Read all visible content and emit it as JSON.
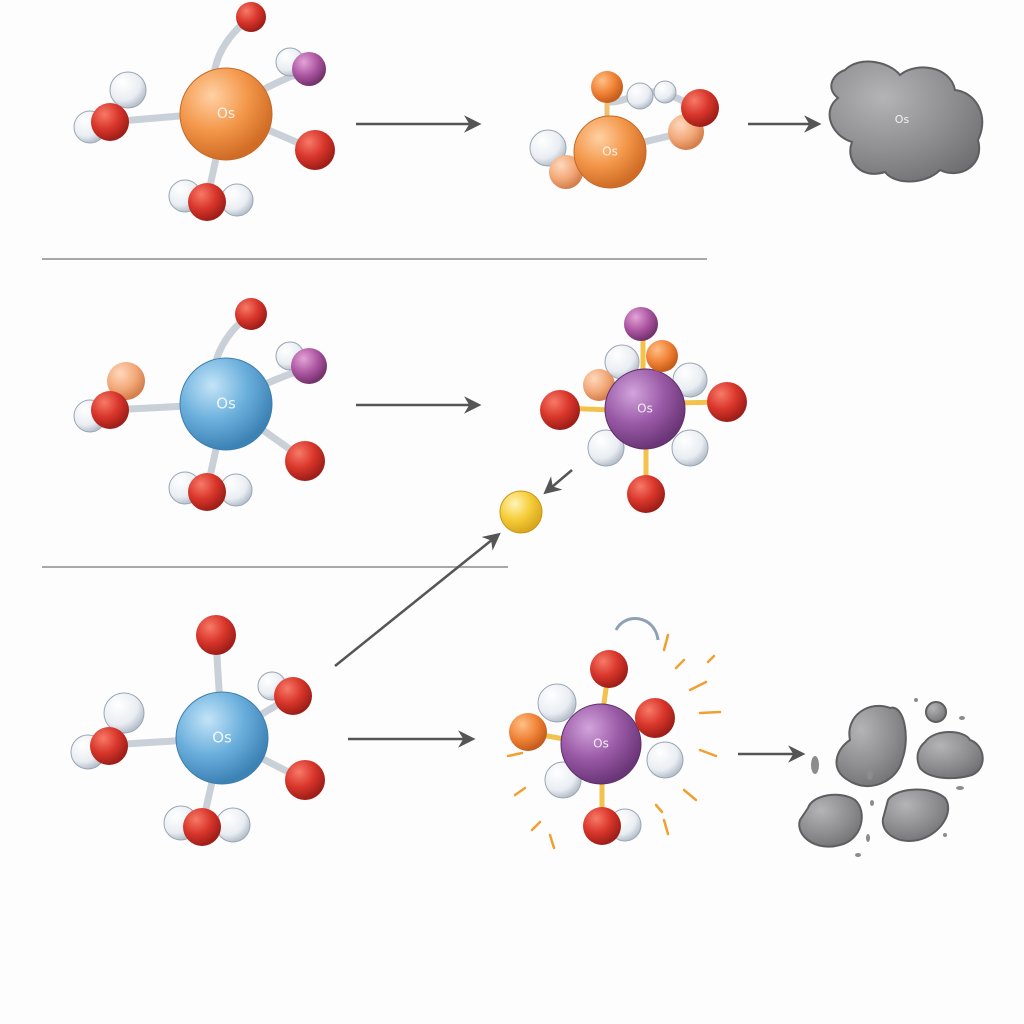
{
  "diagram": {
    "title": "",
    "colors": {
      "background": "#fdfdfd",
      "oxygen": "#d9362b",
      "hydrogen": "#eef1f5",
      "osmium_blue": "#6aafdc",
      "orange_center": "#f3974a",
      "purple_center": "#9a5aa6",
      "purple_ligand": "#a9539f",
      "peach_ligand": "#f2a878",
      "yellow_particle": "#f5cd3a",
      "aggregate_gray": "#8a8a8c",
      "arrow": "#555555",
      "divider": "#a8a8a8",
      "spark": "#f0a030"
    },
    "rows": [
      {
        "id": "row-1",
        "reactant": {
          "center_label": "Os",
          "center_color": "orange"
        },
        "intermediate": {
          "center_label": "Os",
          "center_color": "orange"
        },
        "product": {
          "label": "Os",
          "type": "single-aggregate"
        }
      },
      {
        "id": "row-2",
        "reactant": {
          "center_label": "Os",
          "center_color": "blue"
        },
        "intermediate": {
          "center_label": "Os",
          "center_color": "purple"
        },
        "particle": {
          "color": "yellow"
        }
      },
      {
        "id": "row-3",
        "reactant": {
          "center_label": "Os",
          "center_color": "blue"
        },
        "intermediate": {
          "center_label": "Os",
          "center_color": "purple",
          "effect": "burst"
        },
        "product": {
          "type": "fragmented-aggregates"
        }
      }
    ]
  }
}
